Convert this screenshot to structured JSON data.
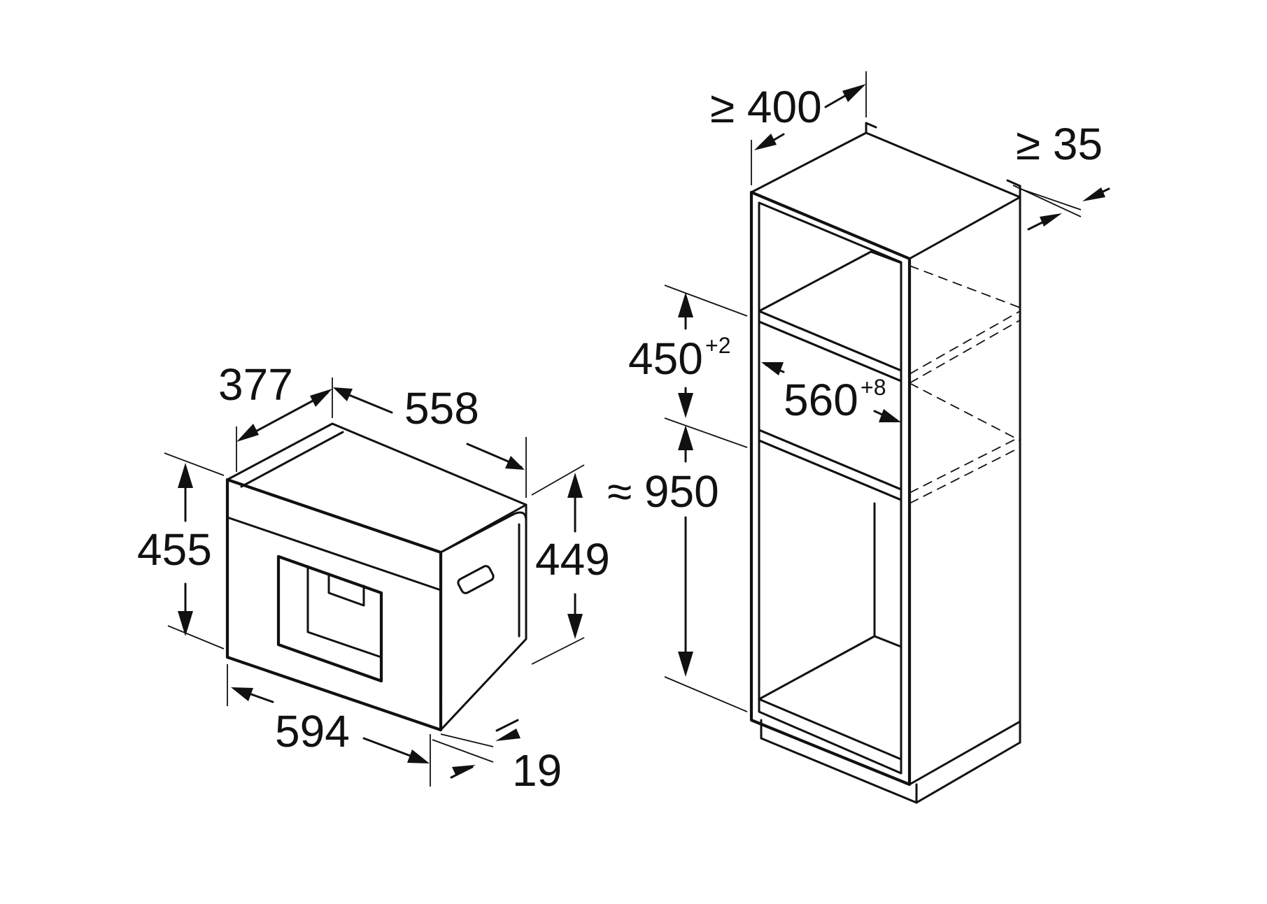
{
  "appliance": {
    "depth": "377",
    "body_depth": "558",
    "height": "455",
    "body_height": "449",
    "width": "594",
    "front_thickness": "19"
  },
  "cabinet": {
    "min_depth": "≥ 400",
    "min_rear_gap": "≥ 35",
    "niche_height": "450",
    "niche_height_tol": "+2",
    "niche_width": "560",
    "niche_width_tol": "+8",
    "mount_height": "≈ 950"
  }
}
